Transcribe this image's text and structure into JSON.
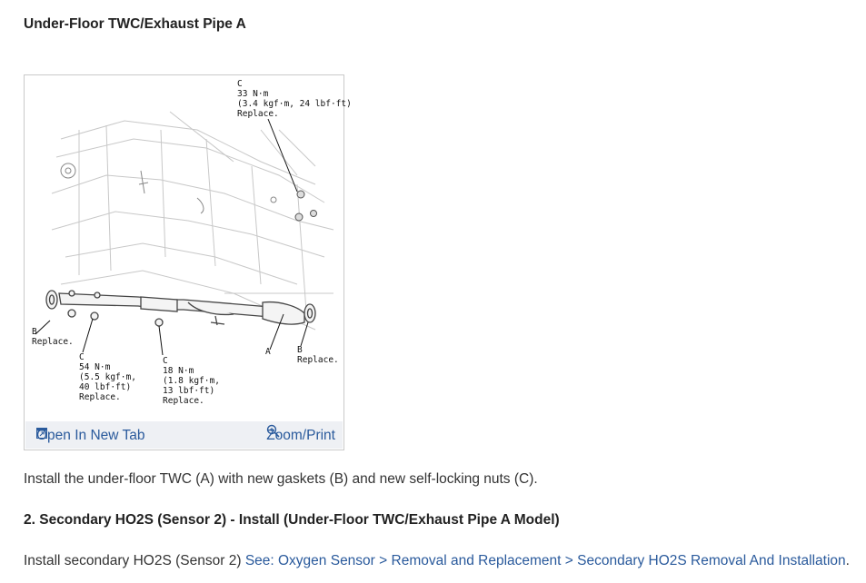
{
  "title": "Under-Floor TWC/Exhaust Pipe A",
  "figure": {
    "labels": {
      "c_top": [
        "C",
        "33 N·m",
        "(3.4 kgf·m, 24 lbf·ft)",
        "Replace."
      ],
      "b_left": [
        "B",
        "Replace."
      ],
      "c_left": [
        "C",
        "54 N·m",
        "(5.5 kgf·m,",
        "40 lbf·ft)",
        "Replace."
      ],
      "c_mid": [
        "C",
        "18 N·m",
        "(1.8 kgf·m,",
        "13 lbf·ft)",
        "Replace."
      ],
      "a": "A",
      "b_right": [
        "B",
        "Replace."
      ]
    },
    "open_tab_label": "Open In New Tab",
    "zoom_label": "Zoom/Print"
  },
  "body": {
    "install_text": "Install the under-floor TWC (A) with new gaskets (B) and new self-locking nuts (C).",
    "step2_heading": "2. Secondary HO2S (Sensor 2) - Install (Under-Floor TWC/Exhaust Pipe A Model)",
    "install_ho2s_prefix": "Install secondary HO2S (Sensor 2) ",
    "install_ho2s_link": "See: Oxygen Sensor > Removal and Replacement > Secondary HO2S Removal And Installation",
    "install_ho2s_suffix": "."
  },
  "icons": [
    "open-in-new-tab-icon",
    "zoom-magnifier-icon"
  ],
  "colors": {
    "link": "#2a5a9c",
    "footer_bg": "#eef0f4"
  }
}
